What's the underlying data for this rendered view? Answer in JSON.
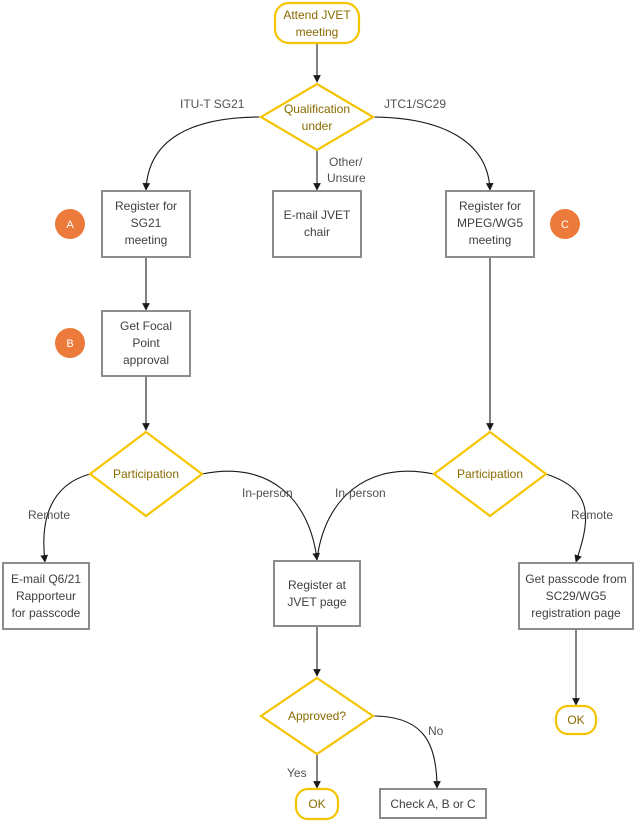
{
  "colors": {
    "terminal_stroke": "#f5c400",
    "diamond_stroke": "#f5c400",
    "box_stroke": "#8c8c8c",
    "badge_fill": "#ec7a3a"
  },
  "nodes": {
    "start": [
      "Attend JVET",
      "meeting"
    ],
    "qual": [
      "Qualification",
      "under"
    ],
    "reg_sg21": [
      "Register for",
      "SG21",
      "meeting"
    ],
    "email_chair": [
      "E-mail JVET",
      "chair"
    ],
    "reg_mpeg": [
      "Register for",
      "MPEG/WG5",
      "meeting"
    ],
    "focal": [
      "Get Focal",
      "Point",
      "approval"
    ],
    "part_left": [
      "Participation"
    ],
    "part_right": [
      "Participation"
    ],
    "email_q621": [
      "E-mail Q6/21",
      "Rapporteur",
      "for passcode"
    ],
    "reg_jvet": [
      "Register at",
      "JVET page"
    ],
    "passcode": [
      "Get passcode from",
      "SC29/WG5",
      "registration page"
    ],
    "approved": [
      "Approved?"
    ],
    "ok_right": [
      "OK"
    ],
    "ok_bottom": [
      "OK"
    ],
    "check": [
      "Check A, B or C"
    ]
  },
  "edge_labels": {
    "itu": "ITU-T SG21",
    "jtc": "JTC1/SC29",
    "other": [
      "Other/",
      "Unsure"
    ],
    "remote_left": "Remote",
    "inperson_left": "In-person",
    "inperson_right": "In-person",
    "remote_right": "Remote",
    "yes": "Yes",
    "no": "No"
  },
  "badges": {
    "a": "A",
    "b": "B",
    "c": "C"
  }
}
